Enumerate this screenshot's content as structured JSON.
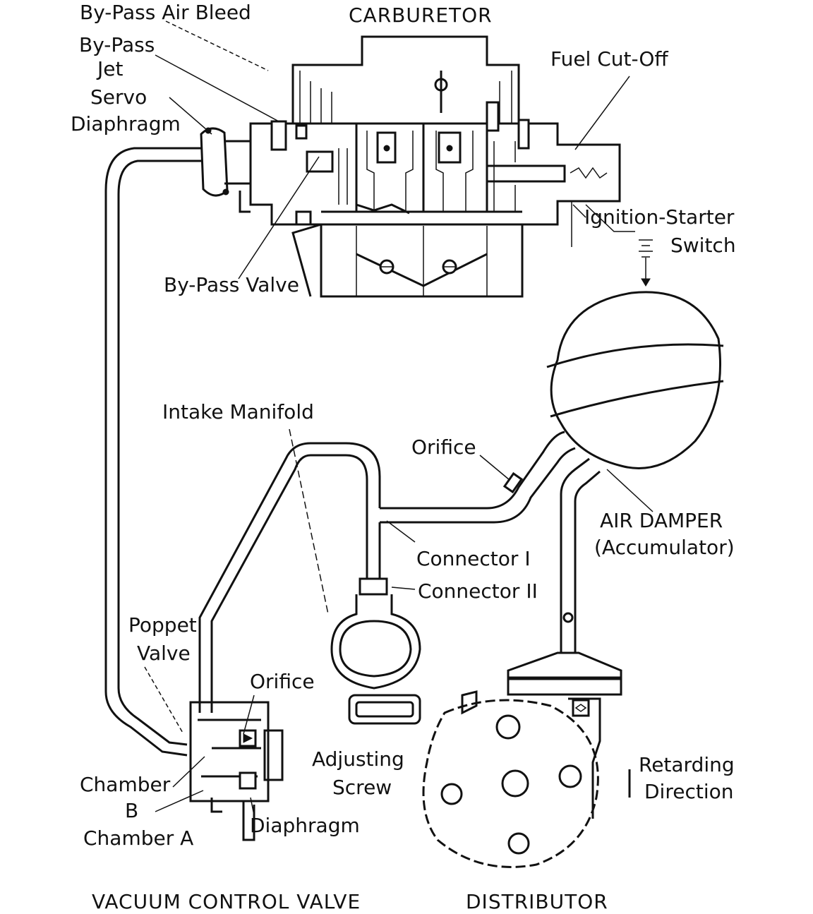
{
  "labels": {
    "carburetor": "CARBURETOR",
    "bypass_air_bleed": "By-Pass Air Bleed",
    "bypass_jet_1": "By-Pass",
    "bypass_jet_2": "Jet",
    "servo_diaphragm_1": "Servo",
    "servo_diaphragm_2": "Diaphragm",
    "fuel_cutoff": "Fuel Cut-Off",
    "ignition_starter_1": "Ignition-Starter",
    "ignition_starter_2": "Switch",
    "bypass_valve": "By-Pass Valve",
    "intake_manifold": "Intake Manifold",
    "orifice_top": "Orifice",
    "air_damper_1": "AIR DAMPER",
    "air_damper_2": "(Accumulator)",
    "connector_1": "Connector I",
    "connector_2": "Connector II",
    "poppet_valve_1": "Poppet",
    "poppet_valve_2": "Valve",
    "orifice_bottom": "Orifice",
    "adjusting_screw_1": "Adjusting",
    "adjusting_screw_2": "Screw",
    "retarding_direction_1": "Retarding",
    "retarding_direction_2": "Direction",
    "chamber_b_1": "Chamber",
    "chamber_b_2": "B",
    "chamber_a": "Chamber A",
    "diaphragm": "Diaphragm",
    "vacuum_control_valve": "VACUUM CONTROL VALVE",
    "distributor": "DISTRIBUTOR"
  }
}
